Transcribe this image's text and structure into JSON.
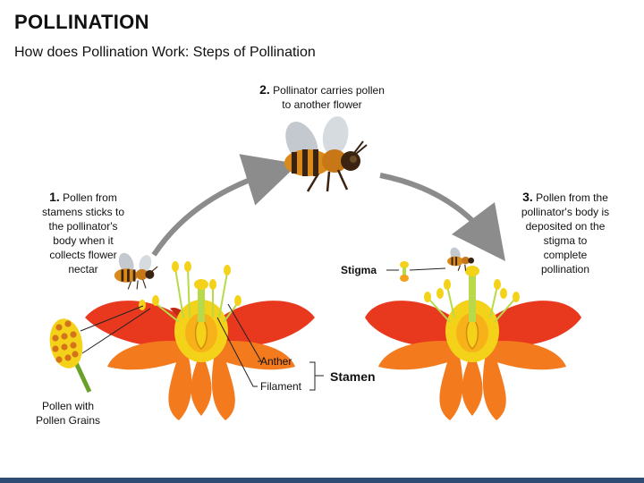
{
  "header": {
    "title": "POLLINATION",
    "subtitle": "How does Pollination Work: Steps of Pollination"
  },
  "steps": [
    {
      "number": "1.",
      "lines": [
        "Pollen from",
        "stamens sticks to",
        "the pollinator's",
        "body when it",
        "collects flower",
        "nectar"
      ]
    },
    {
      "number": "2.",
      "lines": [
        "Pollinator carries pollen",
        "to another flower"
      ]
    },
    {
      "number": "3.",
      "lines": [
        "Pollen from the",
        "pollinator's body is",
        "deposited on the",
        "stigma to",
        "complete",
        "pollination"
      ]
    }
  ],
  "labels": {
    "stigma": "Stigma",
    "anther": "Anther",
    "filament": "Filament",
    "stamen": "Stamen",
    "pollen_line1": "Pollen with",
    "pollen_line2": "Pollen Grains"
  },
  "colors": {
    "petal_red": "#e8391f",
    "petal_orange": "#f47a1e",
    "center_yellow": "#f5d21a",
    "arrow_gray": "#8c8c8c",
    "bar_blue": "#2f4d74",
    "pollen_grain": "#d4731a"
  }
}
